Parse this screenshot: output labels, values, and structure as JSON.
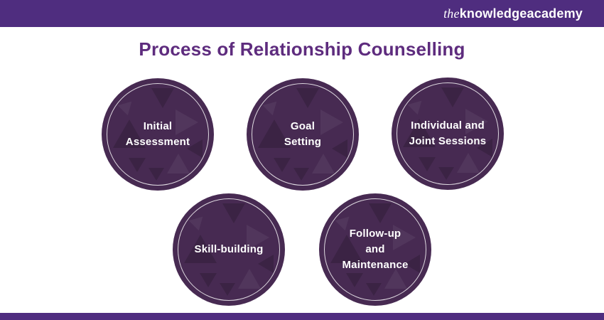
{
  "header": {
    "logo": {
      "the": "the",
      "knowledge": "knowledge",
      "academy": "academy"
    }
  },
  "title": "Process of Relationship Counselling",
  "steps": [
    {
      "label": "Initial Assessment"
    },
    {
      "label": "Goal Setting"
    },
    {
      "label": "Individual and Joint Sessions"
    },
    {
      "label": "Skill-building"
    },
    {
      "label": "Follow-up and Maintenance"
    }
  ],
  "colors": {
    "brand_purple": "#4f2d7f",
    "circle_purple": "#472a52",
    "title_purple": "#5e2c7e"
  }
}
